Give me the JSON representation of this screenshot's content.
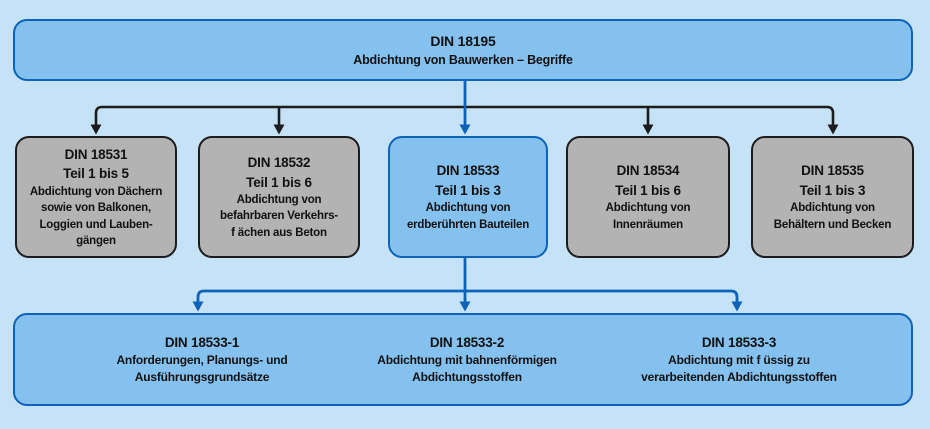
{
  "colors": {
    "background": "#c5e2f6",
    "highlight_fill": "#85c1ee",
    "highlight_border": "#0c63b8",
    "neutral_fill": "#b3b3b3",
    "neutral_border": "#1c1c1c",
    "connector_black": "#1c1c1c",
    "connector_blue": "#0c63b8"
  },
  "root_node": {
    "code": "DIN 18195",
    "description": "Abdichtung von Bauwerken – Begriffe"
  },
  "standards": [
    {
      "code": "DIN 18531",
      "parts": "Teil 1 bis 5",
      "description": "Abdichtung von Dächern\nsowie von Balkonen,\nLoggien und Lauben-\ngängen",
      "highlighted": false
    },
    {
      "code": "DIN 18532",
      "parts": "Teil 1 bis 6",
      "description": "Abdichtung von\nbefahrbaren Verkehrs-\nf ächen aus Beton",
      "highlighted": false
    },
    {
      "code": "DIN 18533",
      "parts": "Teil 1 bis 3",
      "description": "Abdichtung von\nerdberührten Bauteilen",
      "highlighted": true
    },
    {
      "code": "DIN 18534",
      "parts": "Teil 1 bis 6",
      "description": "Abdichtung von\nInnenräumen",
      "highlighted": false
    },
    {
      "code": "DIN 18535",
      "parts": "Teil 1 bis 3",
      "description": "Abdichtung von\nBehältern und Becken",
      "highlighted": false
    }
  ],
  "din18533_parts": [
    {
      "code": "DIN 18533-1",
      "description": "Anforderungen, Planungs- und\nAusführungsgrundsätze"
    },
    {
      "code": "DIN 18533-2",
      "description": "Abdichtung mit bahnenförmigen\nAbdichtungsstoffen"
    },
    {
      "code": "DIN 18533-3",
      "description": "Abdichtung mit f üssig zu\nverarbeitenden Abdichtungsstoffen"
    }
  ]
}
